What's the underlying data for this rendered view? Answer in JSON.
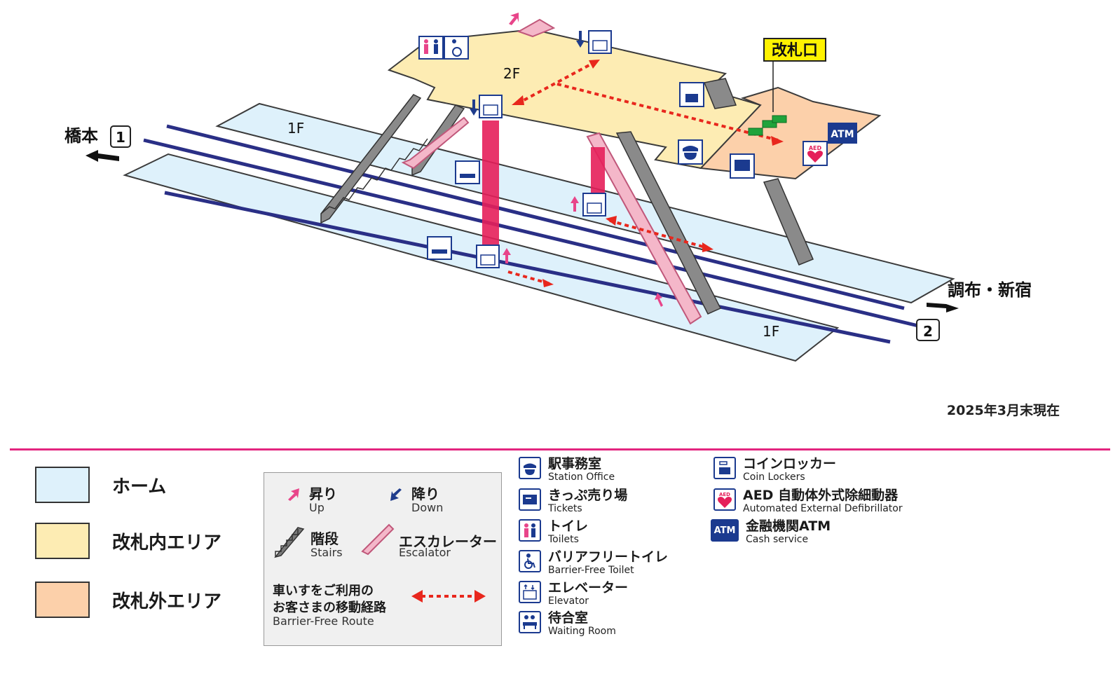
{
  "map": {
    "floor_2f_label": "2F",
    "floor_1f_left_label": "1F",
    "floor_1f_right_label": "1F",
    "ticket_gate_callout": "改札口",
    "direction_left_name": "橋本",
    "direction_left_platform": "1",
    "direction_right_name": "調布・新宿",
    "direction_right_platform": "2",
    "as_of_note": "2025年3月末現在",
    "atm_sign": "ATM",
    "aed_sign": "AED"
  },
  "area_legend": {
    "platform": "ホーム",
    "inside_gate": "改札内エリア",
    "outside_gate": "改札外エリア"
  },
  "key_box": {
    "up_jp": "昇り",
    "up_en": "Up",
    "down_jp": "降り",
    "down_en": "Down",
    "stairs_jp": "階段",
    "stairs_en": "Stairs",
    "escalator_jp": "エスカレーター",
    "escalator_en": "Escalator",
    "route_jp_1": "車いすをご利用の",
    "route_jp_2": "お客さまの移動経路",
    "route_en": "Barrier-Free Route"
  },
  "facility_legend": {
    "station_office_jp": "駅事務室",
    "station_office_en": "Station Office",
    "tickets_jp": "きっぷ売り場",
    "tickets_en": "Tickets",
    "toilets_jp": "トイレ",
    "toilets_en": "Toilets",
    "bf_toilet_jp": "バリアフリートイレ",
    "bf_toilet_en": "Barrier-Free Toilet",
    "elevator_jp": "エレベーター",
    "elevator_en": "Elevator",
    "waiting_jp": "待合室",
    "waiting_en": "Waiting Room",
    "lockers_jp": "コインロッカー",
    "lockers_en": "Coin Lockers",
    "aed_jp": "AED 自動体外式除細動器",
    "aed_en": "Automated External Defibrillator",
    "atm_jp": "金融機関ATM",
    "atm_en": "Cash service",
    "aed_icon_text": "AED",
    "atm_icon_text": "ATM"
  },
  "colors": {
    "platform": "#def1fb",
    "inside_gate": "#fdecb3",
    "outside_gate": "#fcd0aa",
    "track": "#2a2f86",
    "route_arrow": "#e8271d",
    "up_arrow": "#e8458a",
    "down_arrow": "#1f3c8c",
    "icon_blue": "#1b3a8f",
    "separator": "#e3257f",
    "elevator_shaft": "#e51f5a",
    "escalator": "#f4b7c9"
  }
}
